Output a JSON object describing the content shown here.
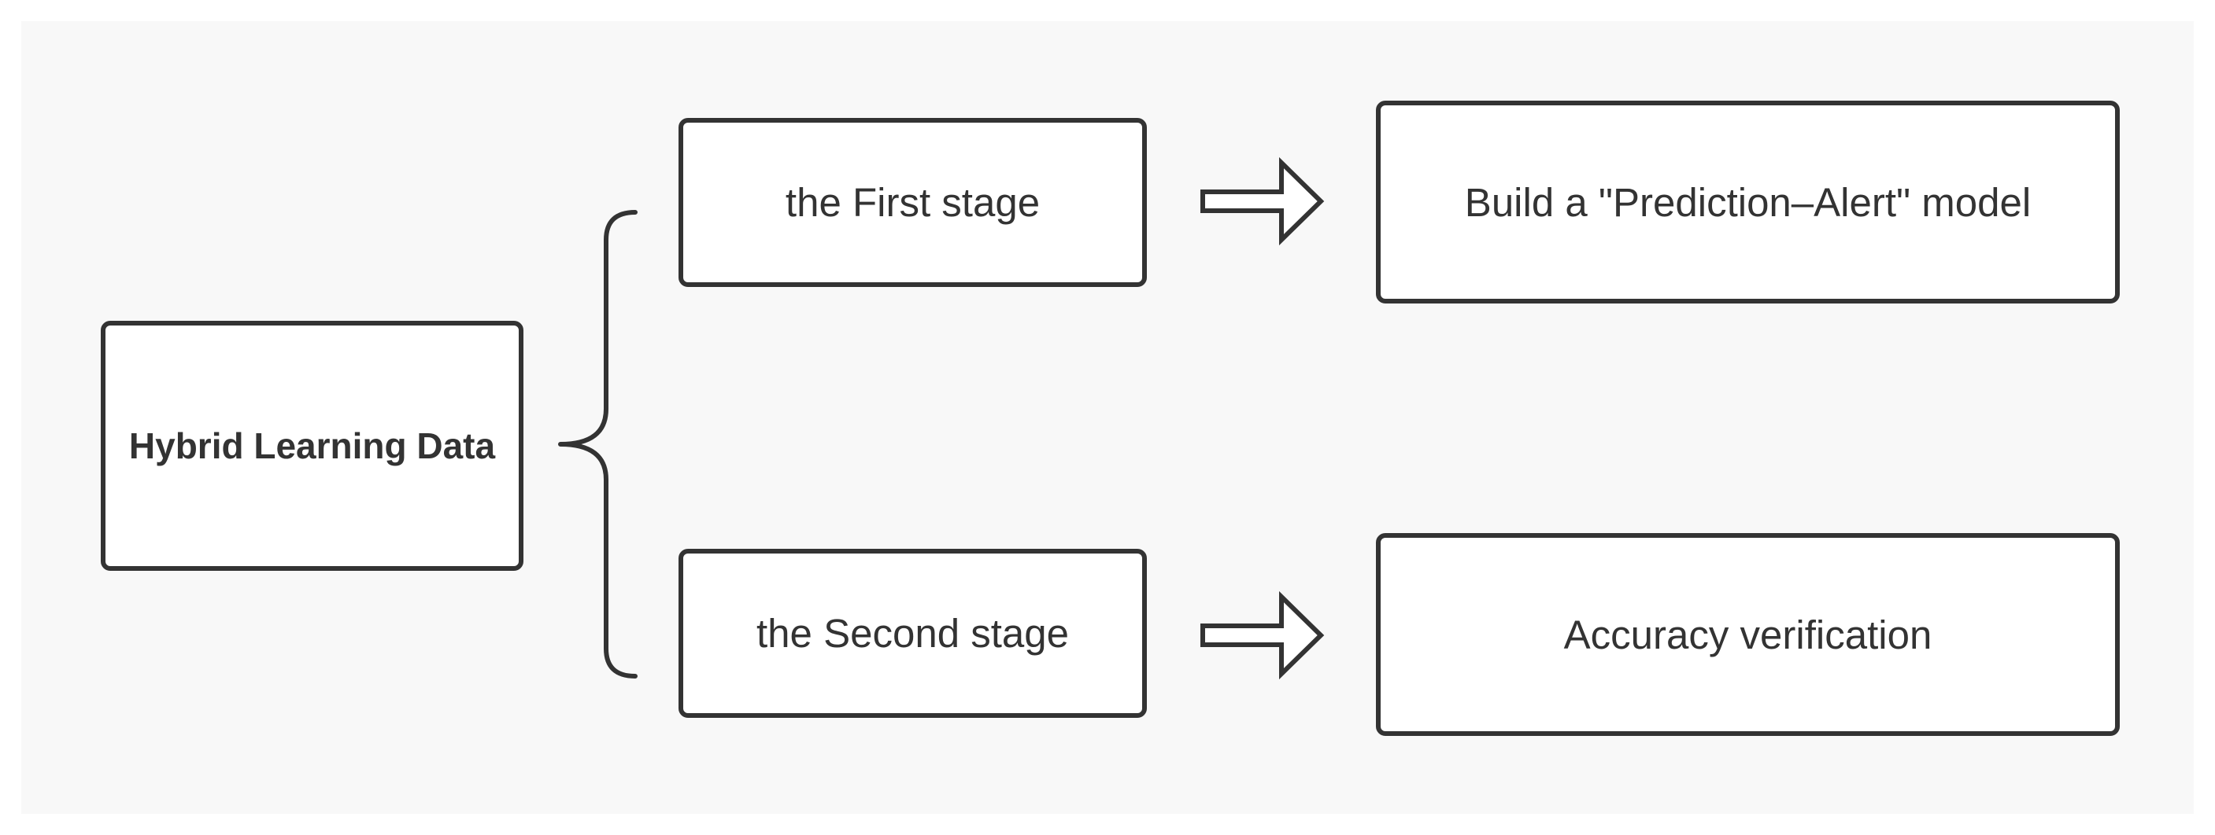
{
  "diagram": {
    "root": {
      "label": "Hybrid Learning Data"
    },
    "stages": [
      {
        "label": "the First stage",
        "result": "Build a \"Prediction–Alert\" model"
      },
      {
        "label": "the Second stage",
        "result": "Accuracy verification"
      }
    ],
    "colors": {
      "background": "#f8f8f8",
      "stroke": "#333333",
      "box_fill": "#ffffff",
      "text": "#333333"
    },
    "icons": {
      "bracket": "curly-brace-icon",
      "arrow": "hollow-right-arrow-icon"
    }
  }
}
